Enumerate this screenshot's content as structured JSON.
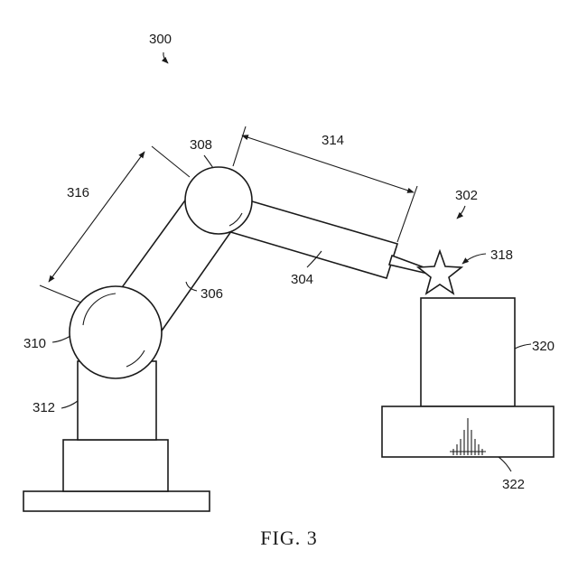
{
  "figure": {
    "caption": "FIG. 3",
    "labels": {
      "system": "300",
      "target_ref": "302",
      "end_effector": "304",
      "second_link": "306",
      "first_joint": "308",
      "second_joint": "310",
      "pedestal": "312",
      "first_link_length": "314",
      "second_link_length": "316",
      "target": "318",
      "target_post": "320",
      "target_base": "322"
    }
  }
}
